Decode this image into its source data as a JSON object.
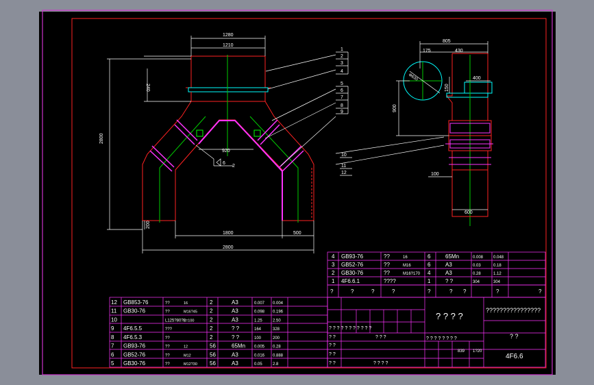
{
  "drawing": {
    "sheet_title": "4F6.6",
    "dims": {
      "d1280": "1280",
      "d1210": "1210",
      "d240": "240",
      "d2800v": "2800",
      "d920": "920",
      "d200": "200",
      "d1800": "1800",
      "d500": "500",
      "d2800h": "2800",
      "d805": "805",
      "d175": "175",
      "d430": "430",
      "d400": "400",
      "d150": "150",
      "d900": "900",
      "d100": "100",
      "d600": "600",
      "dphi": "Φ630"
    },
    "callouts": [
      "1",
      "2",
      "3",
      "4",
      "5",
      "6",
      "7",
      "8",
      "9",
      "10",
      "11",
      "12"
    ],
    "weld_symbol": "6",
    "weld_ref": "2"
  },
  "bom_upper": [
    {
      "no": "4",
      "code": "GB93-76",
      "name": "??",
      "spec": "16",
      "qty": "6",
      "mat": "65Mn",
      "w1": "0.008",
      "w2": "0.048"
    },
    {
      "no": "3",
      "code": "GB52-76",
      "name": "??",
      "spec": "M16",
      "qty": "6",
      "mat": "A3",
      "w1": "0.03",
      "w2": "0.18"
    },
    {
      "no": "2",
      "code": "GB30-76",
      "name": "??",
      "spec": "M16?170",
      "qty": "4",
      "mat": "A3",
      "w1": "0.28",
      "w2": "1.12"
    },
    {
      "no": "1",
      "code": "4F6.6.1",
      "name": "????",
      "spec": "",
      "qty": "1",
      "mat": "? ?",
      "w1": "304",
      "w2": "304"
    }
  ],
  "bom_upper_header": [
    "?",
    "?",
    "?",
    "?",
    "?",
    "?",
    "?",
    "?",
    "?"
  ],
  "bom_lower": [
    {
      "no": "12",
      "code": "GB853-76",
      "name": "??",
      "spec": "16",
      "qty": "2",
      "mat": "A3",
      "w1": "0.007",
      "w2": "0.004"
    },
    {
      "no": "11",
      "code": "GB30-76",
      "name": "??",
      "spec": "M16?45",
      "qty": "2",
      "mat": "A3",
      "w1": "0.098",
      "w2": "0.196"
    },
    {
      "no": "10",
      "code": "",
      "name": "L125?80?8",
      "spec": "L=100",
      "qty": "2",
      "mat": "A3",
      "w1": "1.25",
      "w2": "2.50"
    },
    {
      "no": "9",
      "code": "4F6.5.5",
      "name": "???",
      "spec": "",
      "qty": "2",
      "mat": "? ?",
      "w1": "164",
      "w2": "328"
    },
    {
      "no": "8",
      "code": "4F6.5.3",
      "name": "??",
      "spec": "",
      "qty": "2",
      "mat": "? ?",
      "w1": "100",
      "w2": "200"
    },
    {
      "no": "7",
      "code": "GB93-76",
      "name": "??",
      "spec": "12",
      "qty": "56",
      "mat": "65Mn",
      "w1": "0.005",
      "w2": "0.28"
    },
    {
      "no": "6",
      "code": "GB52-76",
      "name": "??",
      "spec": "M12",
      "qty": "56",
      "mat": "A3",
      "w1": "0.016",
      "w2": "0.888"
    },
    {
      "no": "5",
      "code": "GB30-76",
      "name": "??",
      "spec": "M12?30",
      "qty": "56",
      "mat": "A3",
      "w1": "0.05",
      "w2": "2.8"
    }
  ],
  "title_block": {
    "company": "????????????????",
    "name_big": "? ? ? ?",
    "name_side": "? ?",
    "row_a": "? ? ? ?   ? ? ?   ? ?",
    "row_b": "? ? ?",
    "row_c": "? ?",
    "row_d": "? ? ? ? ? ? ? ? ? ? ?",
    "scale_qty": "? ? ? ? ? ? ? ?",
    "weight": "839",
    "scale": "1?20",
    "drawing_no": "4F6.6",
    "blank1": "? ?",
    "blank2": "? ?",
    "blank3": "? ?",
    "blank4": "? ?   ? ?"
  }
}
